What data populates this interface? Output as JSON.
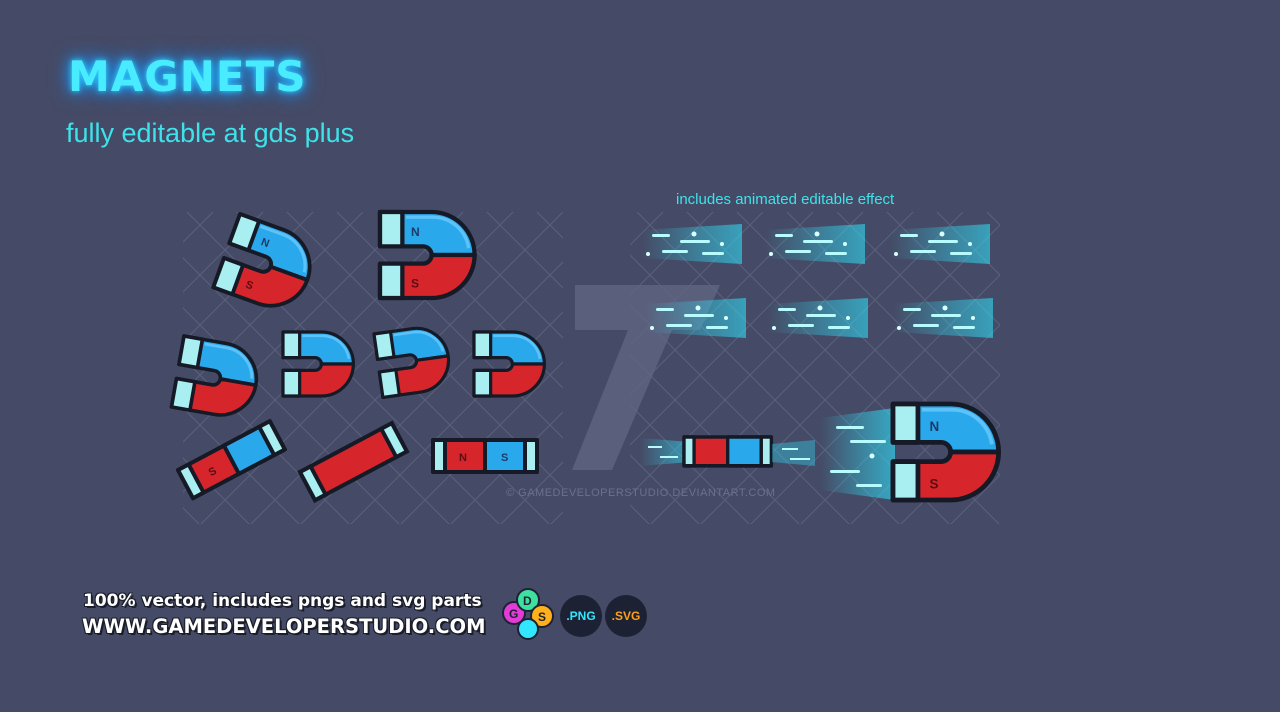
{
  "header": {
    "title": "MAGNETS",
    "subtitle": "fully editable at gds plus"
  },
  "effects": {
    "caption": "includes animated editable effect"
  },
  "watermark": {
    "text": "© GAMEDEVELOPERSTUDIO.DEVIANTART.COM"
  },
  "footer": {
    "line1": "100% vector,  includes pngs and svg parts",
    "line2": "WWW.GAMEDEVELOPERSTUDIO.COM"
  },
  "badges": {
    "gds_letters": [
      "G",
      "D",
      "S"
    ],
    "png_label": ".PNG",
    "svg_label": ".SVG"
  },
  "magnet_labels": {
    "north": "N",
    "south": "S"
  },
  "colors": {
    "background": "#454b66",
    "accent_cyan": "#49ecff",
    "magnet_blue": "#2aa8ec",
    "magnet_red": "#d6262c",
    "tip_color": "#a9eef0"
  }
}
